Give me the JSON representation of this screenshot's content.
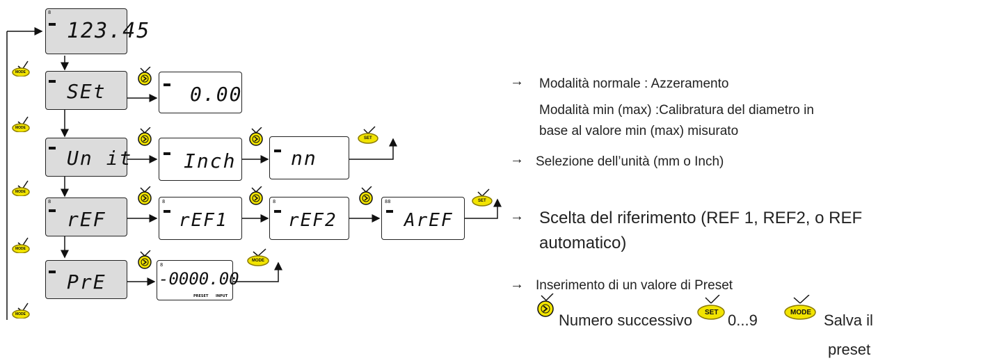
{
  "displays": {
    "main": "123.45",
    "set": "SEt",
    "set_value": "0.00",
    "unit": "Un it",
    "unit_inch": "Inch",
    "unit_mm": "nn",
    "ref": "rEF",
    "ref1": "rEF1",
    "ref2": "rEF2",
    "aref": "ArEF",
    "pre": "PrE",
    "pre_value": "-0000.00",
    "pre_label_1": "PRESET",
    "pre_label_2": "INPUT"
  },
  "buttons": {
    "mode": "MODE",
    "set": "SET"
  },
  "descriptions": {
    "set_line1": "Modalità normale :  Azzeramento",
    "set_line2": "Modalità min (max) :Calibratura del diametro in",
    "set_line3": "base al valore min (max) misurato",
    "unit_line": "Selezione dell’unità (mm o Inch)",
    "ref_line1": "Scelta del riferimento (REF 1, REF2, o REF",
    "ref_line2": "automatico)",
    "pre_line": "Inserimento di un valore di Preset",
    "legend_next": "Numero successivo",
    "legend_digits": "0...9",
    "legend_save1": "Salva il",
    "legend_save2": "preset"
  },
  "colors": {
    "button_fill": "#f2e400",
    "button_stroke": "#8a7a00",
    "grey_box": "#dcdcdc"
  }
}
